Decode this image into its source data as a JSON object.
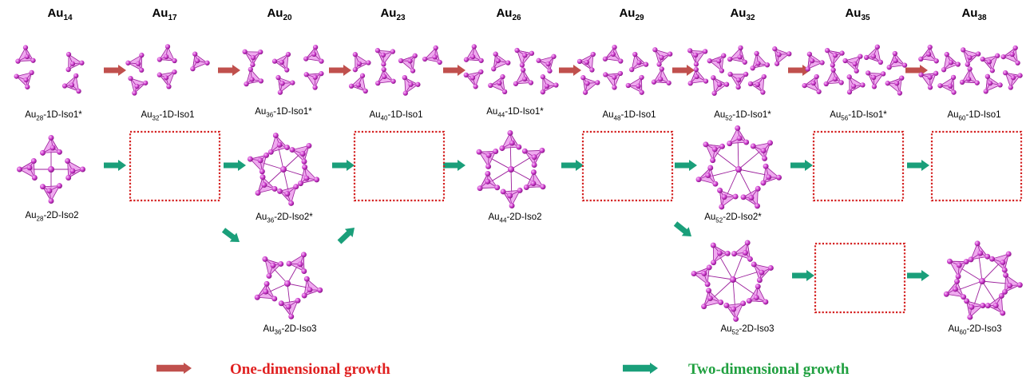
{
  "colors": {
    "atom": "#cc33cc",
    "atom_light": "#f2a6f2",
    "bond_fill": "#e98de9",
    "edge": "#9b1e9b",
    "red_arrow": "#c0504d",
    "green_arrow": "#1a9f7a",
    "placeholder_border": "#d42020",
    "legend_red_text": "#e02020",
    "legend_green_text": "#20a040"
  },
  "headers": [
    {
      "base": "Au",
      "sub": "14"
    },
    {
      "base": "Au",
      "sub": "17"
    },
    {
      "base": "Au",
      "sub": "20"
    },
    {
      "base": "Au",
      "sub": "23"
    },
    {
      "base": "Au",
      "sub": "26"
    },
    {
      "base": "Au",
      "sub": "29"
    },
    {
      "base": "Au",
      "sub": "32"
    },
    {
      "base": "Au",
      "sub": "35"
    },
    {
      "base": "Au",
      "sub": "38"
    }
  ],
  "row1_labels": [
    {
      "base": "Au",
      "sub": "28",
      "rest": "-1D-Iso1*"
    },
    {
      "base": "Au",
      "sub": "32",
      "rest": "-1D-Iso1"
    },
    {
      "base": "Au",
      "sub": "36",
      "rest": "-1D-Iso1*"
    },
    {
      "base": "Au",
      "sub": "40",
      "rest": "-1D-Iso1"
    },
    {
      "base": "Au",
      "sub": "44",
      "rest": "-1D-Iso1*"
    },
    {
      "base": "Au",
      "sub": "48",
      "rest": "-1D-Iso1"
    },
    {
      "base": "Au",
      "sub": "52",
      "rest": "-1D-Iso1*"
    },
    {
      "base": "Au",
      "sub": "56",
      "rest": "-1D-Iso1*"
    },
    {
      "base": "Au",
      "sub": "60",
      "rest": "-1D-Iso1"
    }
  ],
  "row2_labels": [
    {
      "base": "Au",
      "sub": "28",
      "rest": "-2D-Iso2"
    },
    {
      "base": "Au",
      "sub": "36",
      "rest": "-2D-Iso2*"
    },
    {
      "base": "Au",
      "sub": "44",
      "rest": "-2D-Iso2"
    },
    {
      "base": "Au",
      "sub": "52",
      "rest": "-2D-Iso2*"
    }
  ],
  "row3_labels": [
    {
      "base": "Au",
      "sub": "36",
      "rest": "-2D-Iso3"
    },
    {
      "base": "Au",
      "sub": "52",
      "rest": "-2D-Iso3"
    },
    {
      "base": "Au",
      "sub": "60",
      "rest": "-2D-Iso3"
    }
  ],
  "legend": {
    "red_label": "One-dimensional growth",
    "green_label": "Two-dimensional growth"
  }
}
